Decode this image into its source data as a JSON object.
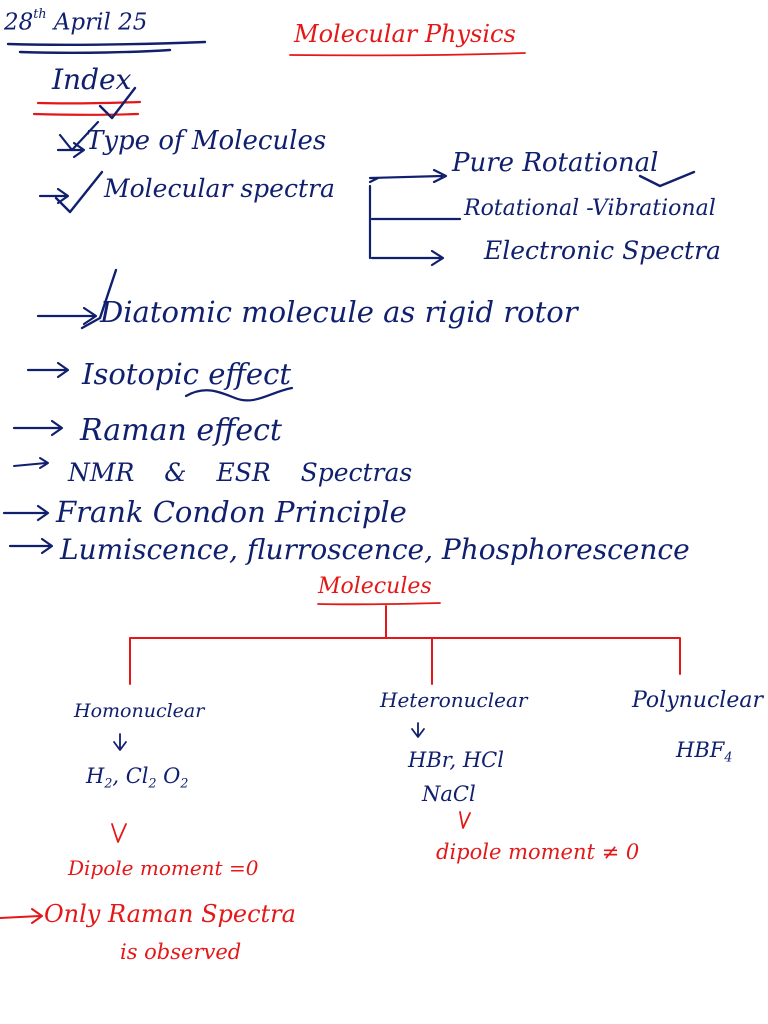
{
  "page": {
    "date_day": "28",
    "date_suffix": "th",
    "date_rest": " April 25",
    "title": "Molecular Physics"
  },
  "index": {
    "heading": "Index",
    "items": [
      "Type of Molecules",
      "Molecular spectra",
      "Diatomic molecule as rigid rotor",
      "Isotopic effect",
      "Raman effect",
      "NMR & ESR Spectras",
      "Frank Condon Principle",
      "Lumiscence, flurroscence, Phosphorescence"
    ],
    "spectra_branches": [
      "Pure Rotational",
      "Rotational -Vibrational",
      "Electronic Spectra"
    ]
  },
  "tree": {
    "root": "Molecules",
    "homonuclear": {
      "label": "Homonuclear",
      "examples_html": "H<span class=\"sub\">2</span>, Cl<span class=\"sub\">2</span> O<span class=\"sub\">2</span>",
      "dipole": "Dipole moment =0",
      "note_line1": "Only Raman Spectra",
      "note_line2": "is observed"
    },
    "heteronuclear": {
      "label": "Heteronuclear",
      "examples_line1": "HBr, HCl",
      "examples_line2": "NaCl",
      "dipole": "dipole moment ≠ 0"
    },
    "polynuclear": {
      "label": "Polynuclear",
      "example_html": "HBF<span class=\"sub\">4</span>"
    }
  },
  "colors": {
    "ink_blue": "#10206e",
    "ink_red": "#e41818",
    "paper": "#ffffff"
  }
}
